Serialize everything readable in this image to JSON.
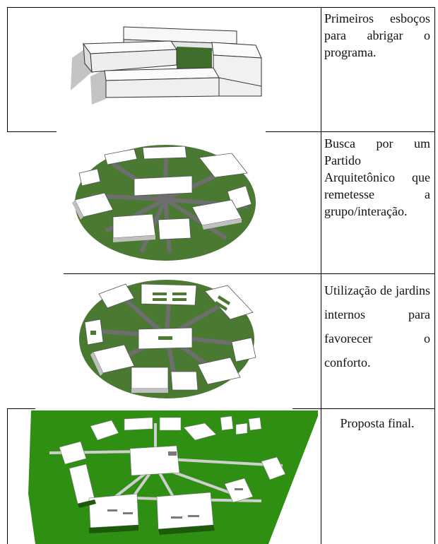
{
  "rows": [
    {
      "caption": "Primeiros esboços para abrigar o programa.",
      "image": "sketch-initial-volumes"
    },
    {
      "caption": "Busca por um Partido Arquitetônico que remetesse a grupo/interação.",
      "image": "sketch-circular-arrangement"
    },
    {
      "caption": "Utilização de jardins internos para favorecer o conforto.",
      "image": "sketch-internal-gardens"
    },
    {
      "caption": "Proposta final.",
      "image": "final-proposal-render"
    }
  ],
  "colors": {
    "grass": "#4a7a32",
    "grass_bright": "#2f8f12",
    "path": "#6e6e6e",
    "block": "#ffffff",
    "shadow": "#b9b9b9"
  }
}
